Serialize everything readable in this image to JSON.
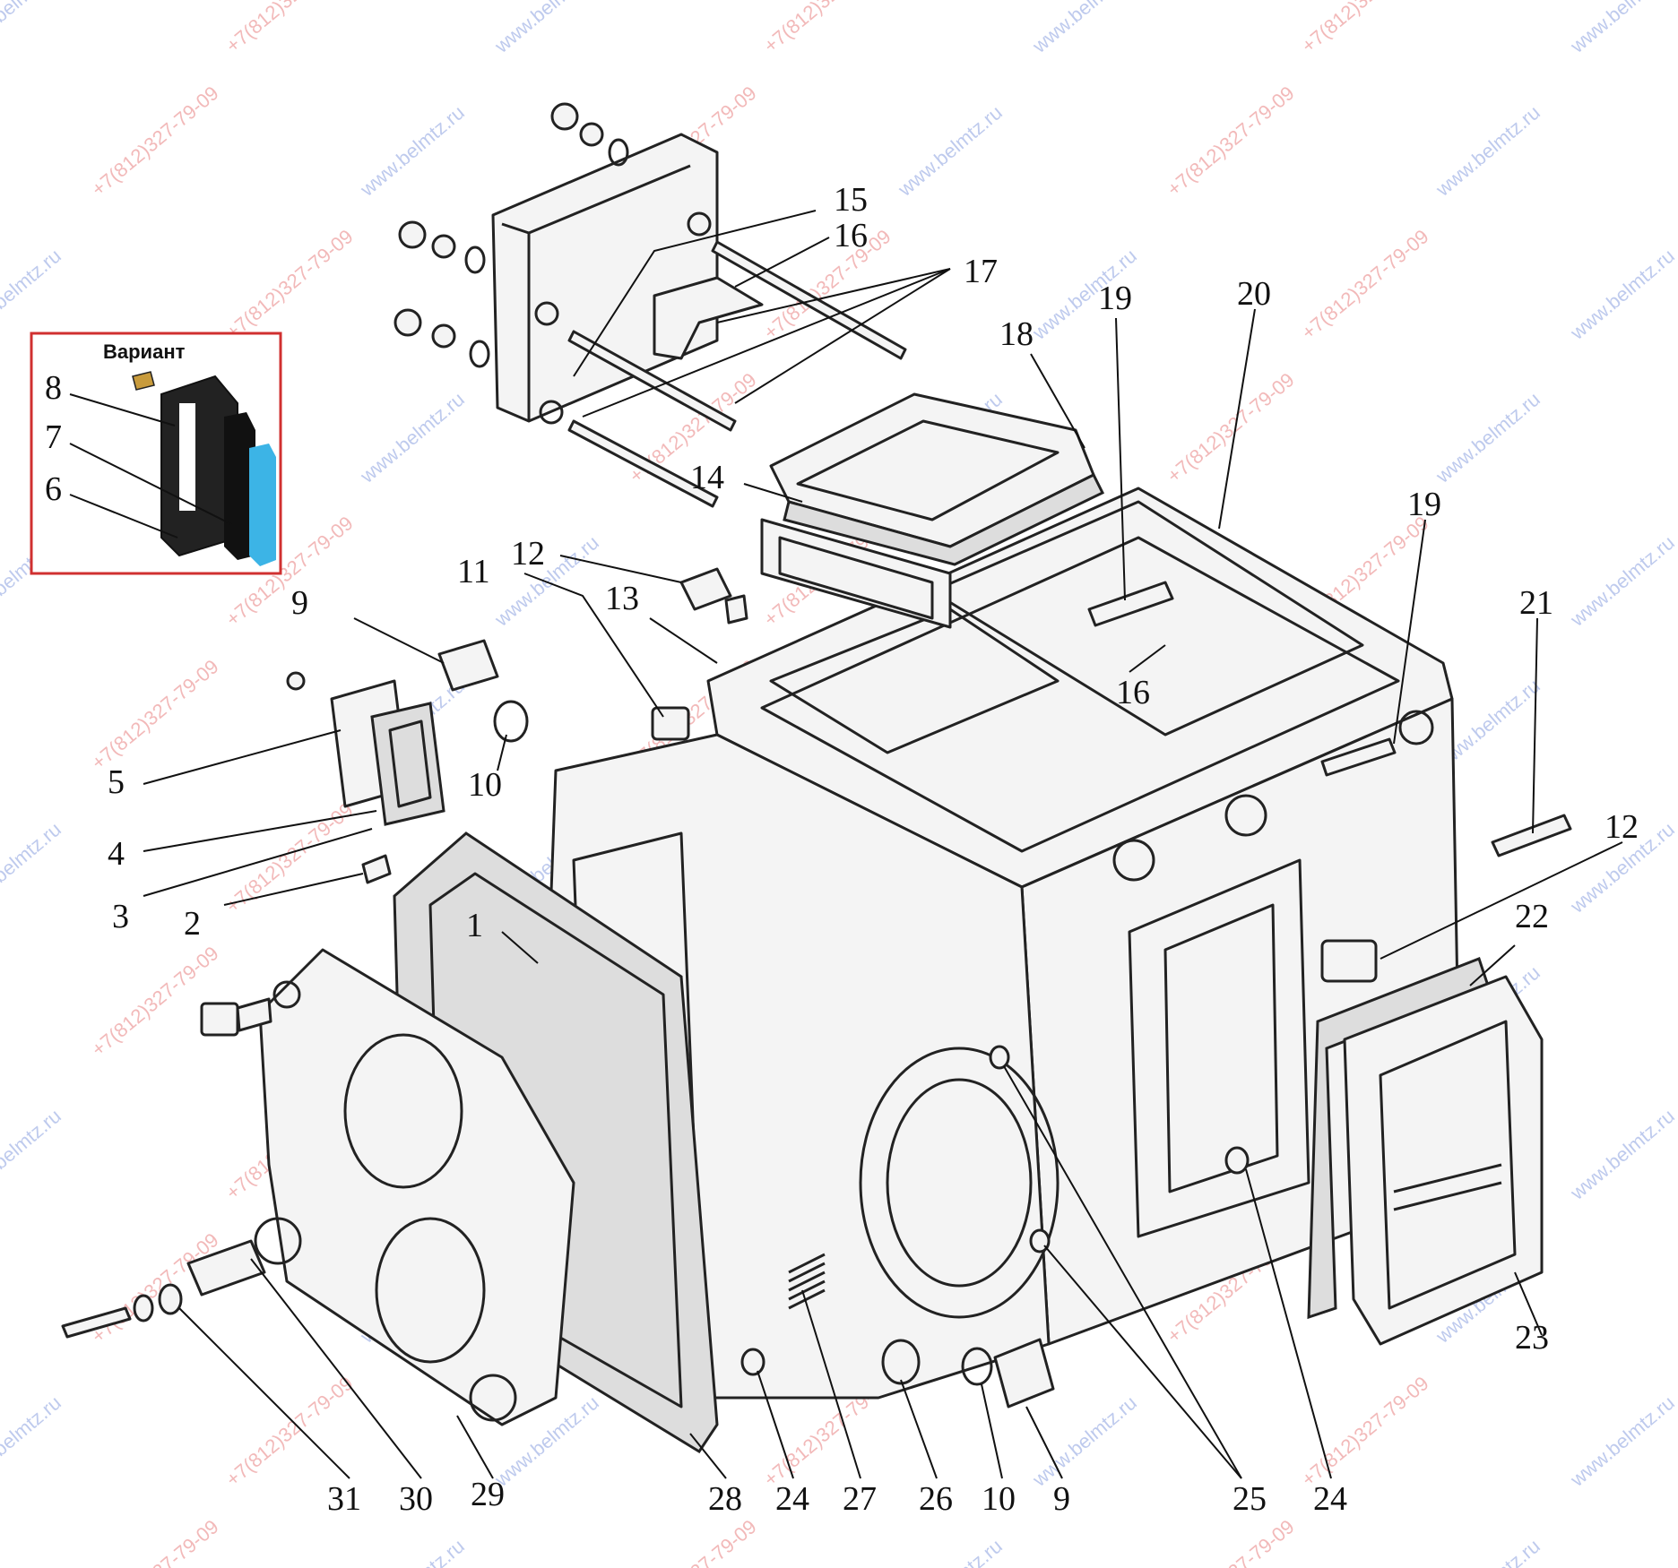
{
  "variant_box": {
    "title": "Вариант",
    "border_color": "#d03030",
    "labels": [
      "8",
      "7",
      "6"
    ]
  },
  "callouts": [
    "1",
    "2",
    "3",
    "4",
    "5",
    "9",
    "10",
    "11",
    "12",
    "13",
    "14",
    "15",
    "16",
    "17",
    "18",
    "19",
    "20",
    "19",
    "16",
    "21",
    "12",
    "22",
    "23",
    "24",
    "25",
    "24",
    "27",
    "26",
    "10",
    "9",
    "28",
    "29",
    "30",
    "31"
  ],
  "watermarks": {
    "site": "www.belmtz.ru",
    "phone": "+7(812)327-79-09"
  },
  "colors": {
    "line": "#222222",
    "watermark_red": "#e88080",
    "watermark_blue": "#8aa0e0",
    "variant_highlight": "#3cb4e6"
  }
}
